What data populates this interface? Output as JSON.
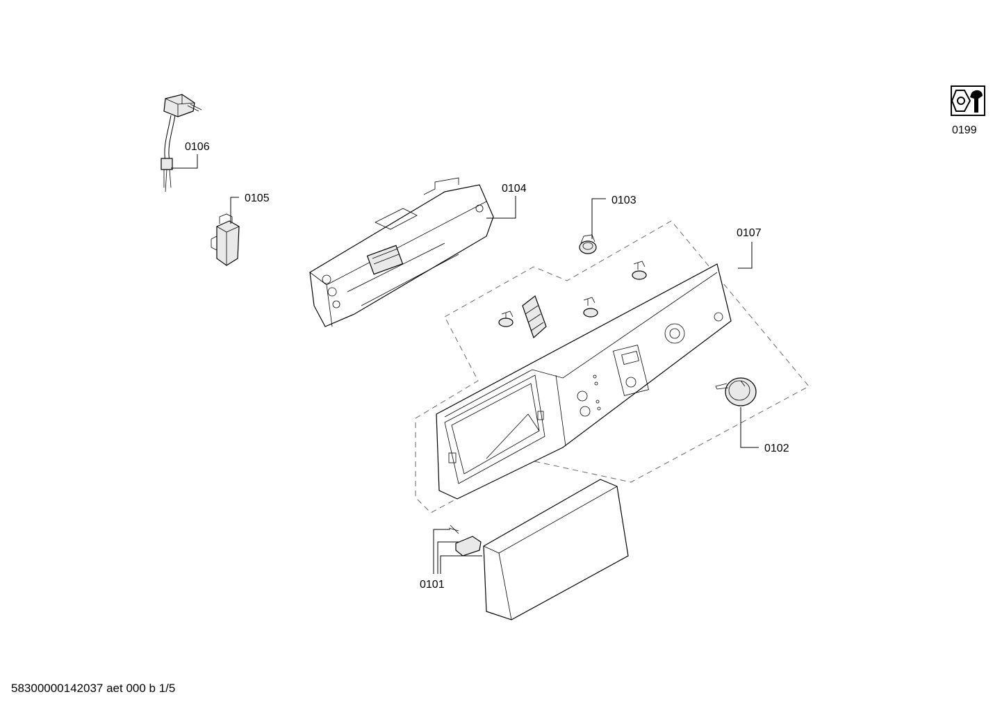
{
  "parts": {
    "p0101": "0101",
    "p0102": "0102",
    "p0103": "0103",
    "p0104": "0104",
    "p0105": "0105",
    "p0106": "0106",
    "p0107": "0107",
    "p0199": "0199"
  },
  "footer": {
    "doc_id": "58300000142037 aet 000 b 1/5"
  },
  "icons": {
    "service_icon": "wrench-service-icon"
  }
}
